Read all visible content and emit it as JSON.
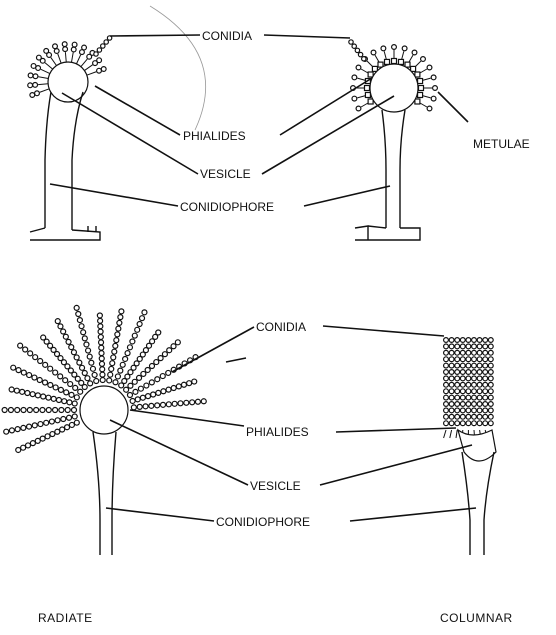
{
  "labels": {
    "conidia": "CONIDIA",
    "phialides": "PHIALIDES",
    "vesicle": "VESICLE",
    "conidiophore": "CONIDIOPHORE",
    "metulae": "METULAE"
  },
  "captions": {
    "radiate": "RADIATE",
    "columnar": "COLUMNAR"
  }
}
